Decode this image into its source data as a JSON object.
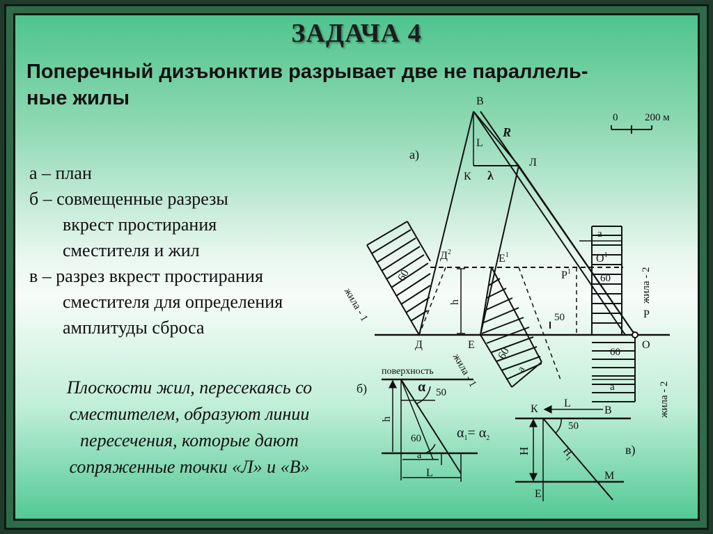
{
  "title": "ЗАДАЧА  4",
  "heading": {
    "line1": "Поперечный дизъюнктив разрывает две не параллель-",
    "line2": "ные жилы"
  },
  "legend": {
    "a": "а – план",
    "b1": "б – совмещенные разрезы",
    "b2": "вкрест простирания",
    "b3": "сместителя и жил",
    "c1": "в – разрез вкрест простирания",
    "c2": "сместителя для определения",
    "c3": "амплитуды сброса"
  },
  "note": {
    "line1": "Плоскости жил, пересекаясь со",
    "line2": "сместителем, образуют линии",
    "line3": "пересечения, которые дают",
    "line4": "сопряженные точки «Л» и «В»"
  },
  "diagram": {
    "scale_zero": "0",
    "scale_200": "200 м",
    "label_a": "а)",
    "label_b": "б)",
    "label_c": "в)",
    "B": "В",
    "L_point": "Л",
    "K": "К",
    "L_seg": "L",
    "lambda": "λ",
    "R": "R",
    "D": "Д",
    "D2": "Д",
    "D2_sup": "2",
    "E": "Е",
    "E1": "Е",
    "E1_sup": "1",
    "O": "О",
    "O1": "О",
    "O1_sup": "1",
    "P": "Р",
    "P1": "Р",
    "P1_sup": "1",
    "h": "h",
    "fifty": "50",
    "sixty": "60",
    "a_small": "а",
    "vein1": "жила - 1",
    "vein2": "жила - 2",
    "surface": "поверхность",
    "alpha": "α",
    "alpha_eq": "α",
    "alpha_eq_sub1": "1",
    "alpha_eq_mid": "= α",
    "alpha_eq_sub2": "2",
    "H": "H",
    "H1": "H",
    "H1_sub": "1",
    "M": "М",
    "E_c": "Е",
    "B_c": "В",
    "K_c": "К"
  }
}
